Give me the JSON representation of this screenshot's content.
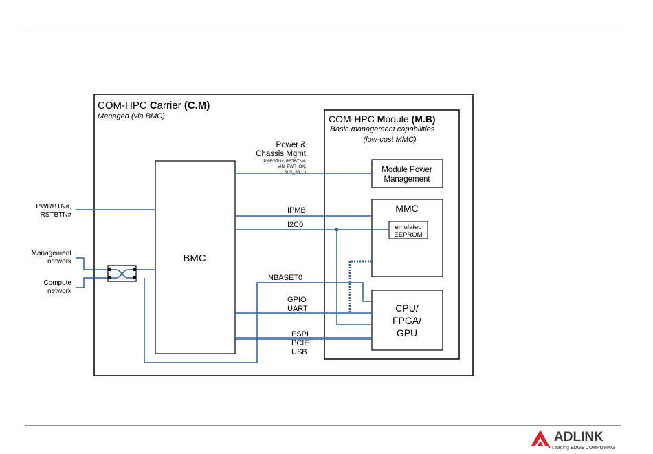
{
  "carrier": {
    "title_prefix": "COM-HPC ",
    "title_bold_c": "C",
    "title_mid": "arrier ",
    "title_bold_suffix": "(C.M)",
    "subtitle": "Managed (via BMC)"
  },
  "module": {
    "title_prefix": "COM-HPC ",
    "title_bold_m": "M",
    "title_mid": "odule ",
    "title_bold_suffix": "(M.B)",
    "subtitle_bold_b": "B",
    "subtitle_rest": "asic management capabilities",
    "subtitle_line2": "(low-cost MMC)"
  },
  "blocks": {
    "bmc": "BMC",
    "module_power_line1": "Module Power",
    "module_power_line2": "Management",
    "mmc": "MMC",
    "eeprom_line1": "emulated",
    "eeprom_line2": "EEPROM",
    "cpu_line1": "CPU/",
    "cpu_line2": "FPGA/",
    "cpu_line3": "GPU"
  },
  "signals": {
    "power_line1": "Power &",
    "power_line2": "Chassis Mgmt",
    "power_detail1": "(PWRBTN#, RSTBTN#,",
    "power_detail2": "VIN_PWR_OK,",
    "power_detail3": "SUS_S3,...)",
    "ipmb": "IPMB",
    "i2c0": "I2C0",
    "nbaset0": "NBASET0",
    "gpio": "GPIO",
    "uart": "UART",
    "espi": "ESPI",
    "pcie": "PCIE",
    "usb": "USB"
  },
  "external": {
    "pwrbtn_line1": "PWRBTN#,",
    "pwrbtn_line2": "RSTBTN#",
    "mgmt_line1": "Management",
    "mgmt_line2": "network",
    "compute_line1": "Compute",
    "compute_line2": "network"
  },
  "footer": {
    "logo_text": "ADLINK",
    "tagline_prefix": "Leading ",
    "tagline_bold": "EDGE COMPUTING"
  },
  "colors": {
    "line_blue": "#2f5f9e",
    "logo_red": "#e21f26",
    "border": "#000000"
  }
}
